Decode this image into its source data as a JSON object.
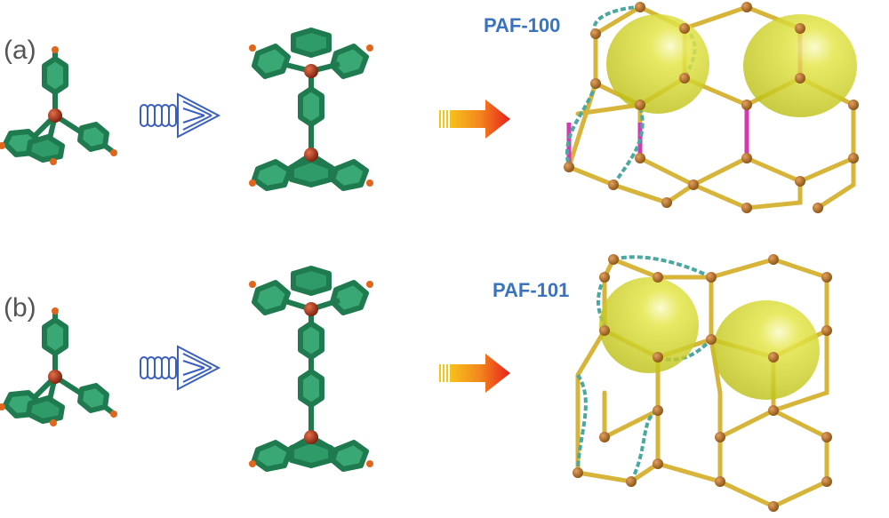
{
  "panels": [
    {
      "label": "(a)",
      "framework": "PAF-100"
    },
    {
      "label": "(b)",
      "framework": "PAF-101"
    }
  ],
  "colors": {
    "label_blue": "#3a74c0",
    "bond_green": "#2f9b68",
    "bond_green_dark": "#1f7a4f",
    "center_atom": "#a0301a",
    "end_atom": "#e0661e",
    "framework_rod": "#d7b43a",
    "framework_node": "#a8691e",
    "pore_sphere": "#c8cc1a",
    "linker_rod": "#d23ab4",
    "teal_linker": "#4aa8a0",
    "arrow_gradient_start": "#f7b21c",
    "arrow_gradient_end": "#e8211c",
    "spring_arrow": "#3a5fc0"
  },
  "icons": [
    "monomer-icon",
    "dimer-icon",
    "spring-arrow-icon",
    "gradient-arrow-icon",
    "framework-icon"
  ]
}
